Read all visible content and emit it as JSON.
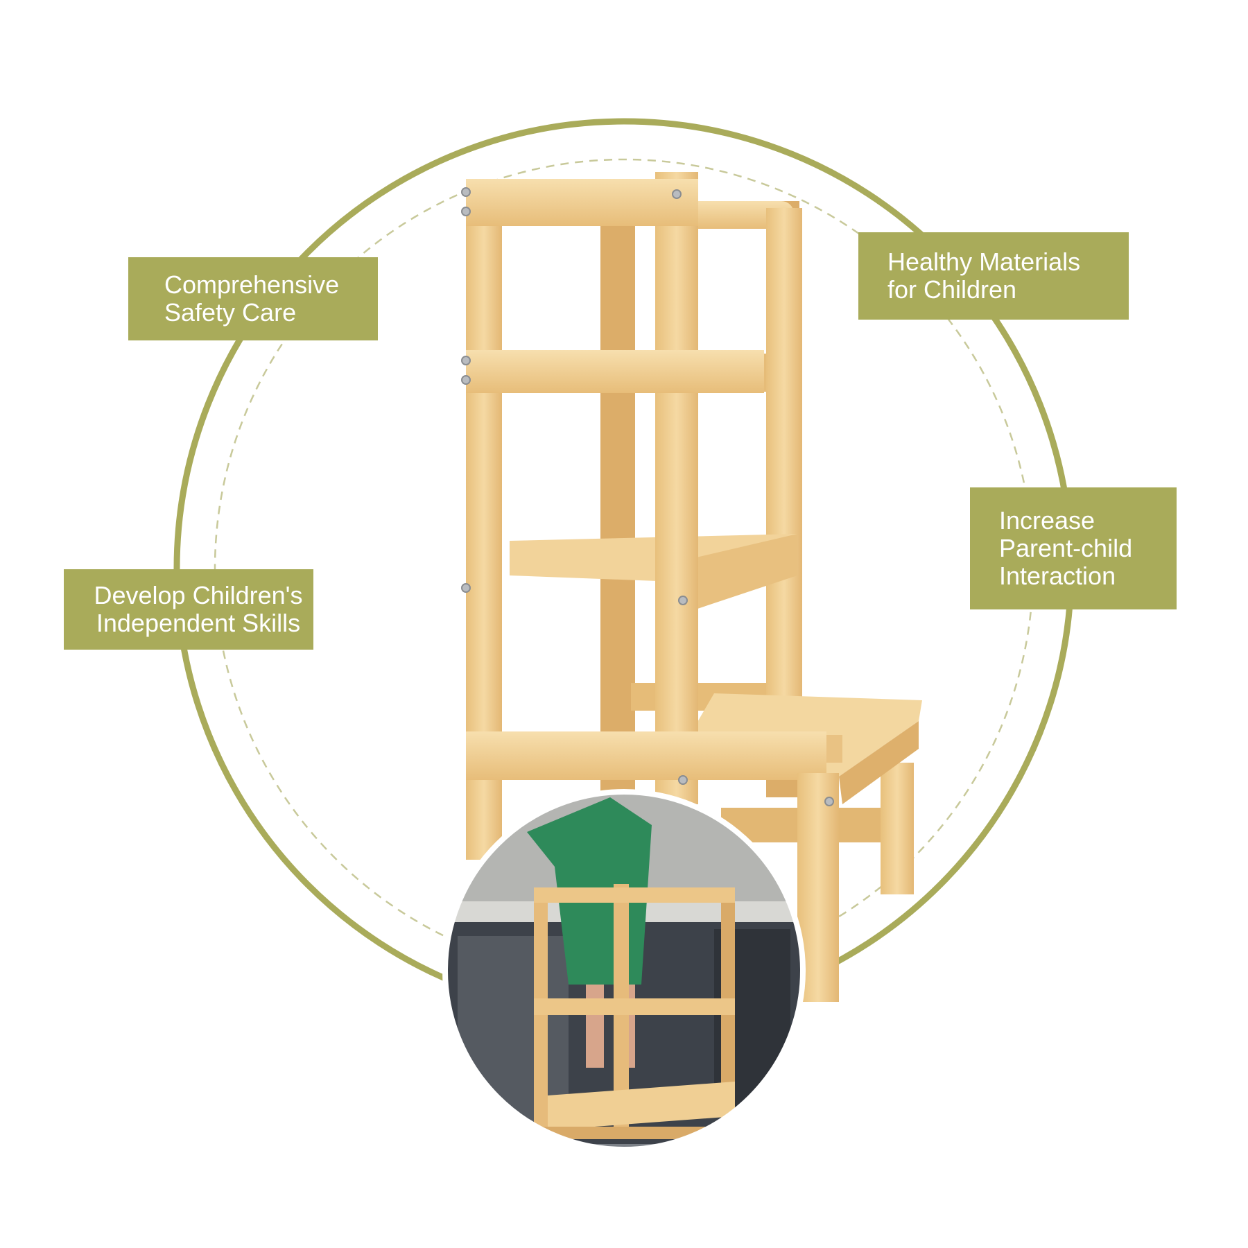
{
  "features": {
    "safety": {
      "line1": "Comprehensive",
      "line2": "Safety Care"
    },
    "healthy": {
      "line1": "Healthy Materials",
      "line2": "for Children"
    },
    "development": {
      "line1": "Develop Children's",
      "line2": "Independent Skills"
    },
    "interaction": {
      "line1": "Increase",
      "line2": "Parent-child",
      "line3": "Interaction"
    }
  },
  "colors": {
    "accent": "#a9ab5a",
    "wood_light": "#f4d7a0",
    "wood_mid": "#e9c27f",
    "wood_dark": "#d6a763",
    "shirt_green": "#2e8a5a",
    "kitchen_dark": "#3a3f47"
  }
}
